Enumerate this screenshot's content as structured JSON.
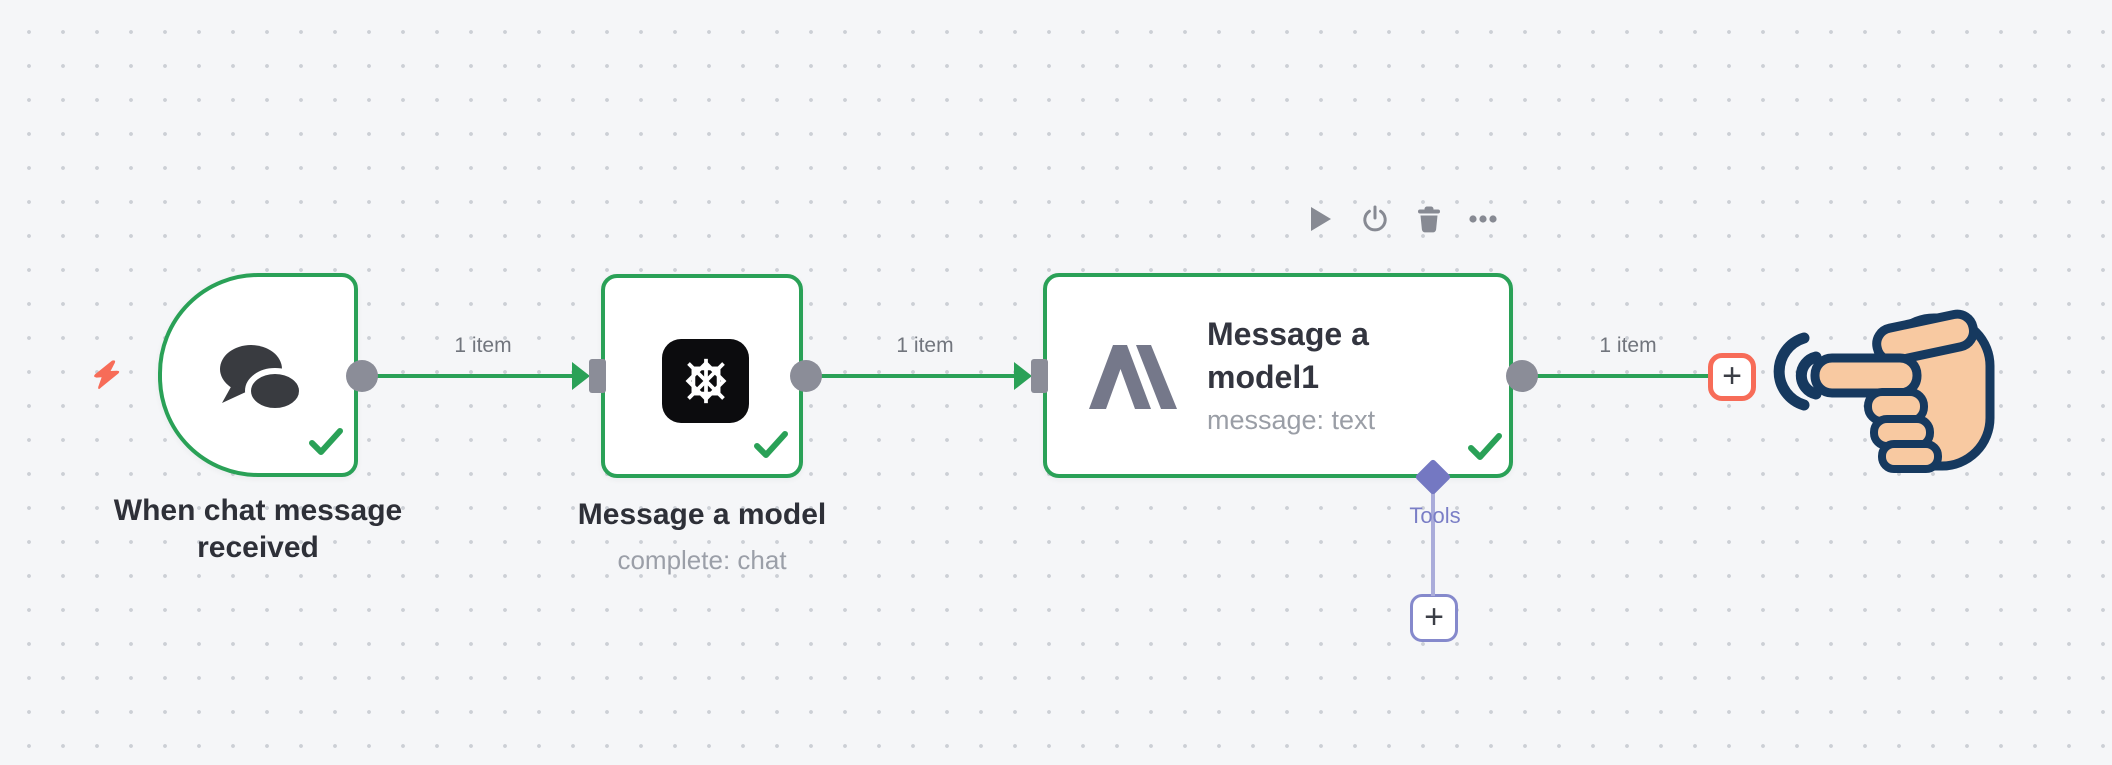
{
  "palette": {
    "canvas_bg": "#f5f6f8",
    "grid_dot": "#ccd0d6",
    "success_green": "#2aa157",
    "endpoint_gray": "#8b8d98",
    "tools_purple": "#7478c2",
    "highlight_red": "#f76c58",
    "hand_skin": "#f8c9a1",
    "hand_outline": "#16395f"
  },
  "trigger_node": {
    "label": "When chat message received",
    "icon": "chat-bubbles-icon",
    "status_icon": "check-icon",
    "trigger_icon": "lightning-bolt-icon"
  },
  "openai_node": {
    "label": "Message a model",
    "subtitle": "complete: chat",
    "icon": "model-star-icon",
    "status_icon": "check-icon"
  },
  "anthropic_node": {
    "title": "Message a model1",
    "subtitle": "message: text",
    "icon": "anthropic-logo-icon",
    "status_icon": "check-icon"
  },
  "connections": {
    "c1": {
      "label": "1 item"
    },
    "c2": {
      "label": "1 item"
    },
    "c3": {
      "label": "1 item"
    }
  },
  "node_toolbar": {
    "icons": [
      "play-icon",
      "power-icon",
      "trash-icon",
      "ellipsis-icon"
    ]
  },
  "tools": {
    "label": "Tools",
    "add_label": "+"
  },
  "add_next": {
    "label": "+"
  },
  "cursor": {
    "icon": "pointing-hand-icon"
  }
}
